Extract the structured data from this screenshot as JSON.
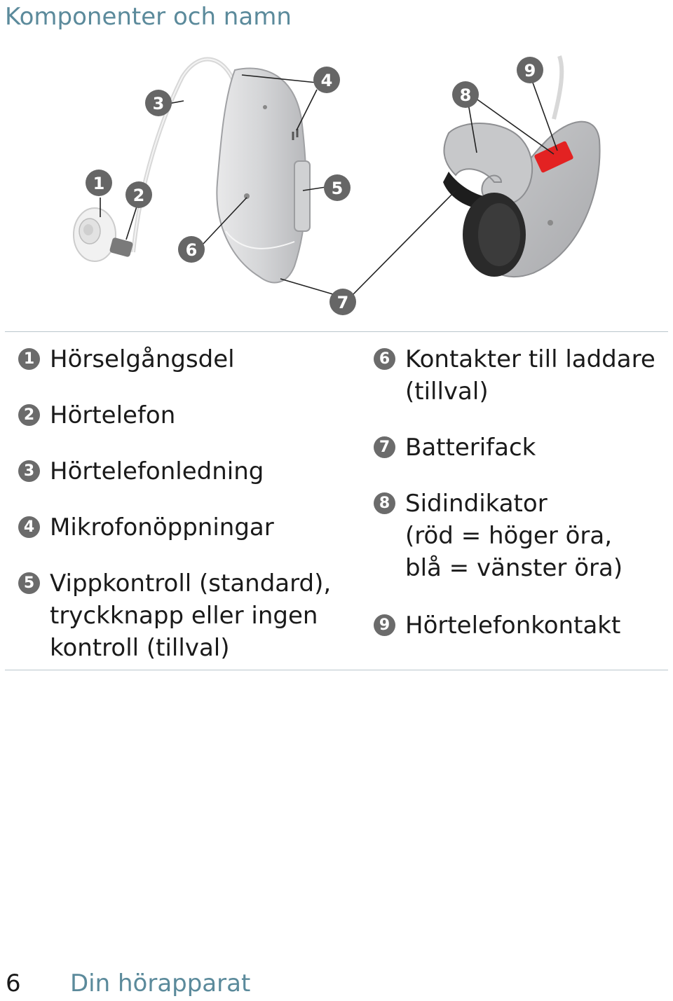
{
  "page": {
    "heading": "Komponenter och namn",
    "page_number": "6",
    "section_title": "Din hörapparat"
  },
  "figure": {
    "callouts": [
      "1",
      "2",
      "3",
      "4",
      "5",
      "6",
      "7",
      "8",
      "9"
    ],
    "side_indicator_color": "#e32222"
  },
  "legend": {
    "items": [
      {
        "num": "1",
        "lines": [
          "Hörselgångsdel"
        ]
      },
      {
        "num": "2",
        "lines": [
          "Hörtelefon"
        ]
      },
      {
        "num": "3",
        "lines": [
          "Hörtelefonledning"
        ]
      },
      {
        "num": "4",
        "lines": [
          "Mikrofonöppningar"
        ]
      },
      {
        "num": "5",
        "lines": [
          "Vippkontroll (standard),",
          "tryckknapp eller ingen",
          "kontroll (tillval)"
        ]
      },
      {
        "num": "6",
        "lines": [
          "Kontakter till laddare",
          "(tillval)"
        ]
      },
      {
        "num": "7",
        "lines": [
          "Batterifack"
        ]
      },
      {
        "num": "8",
        "lines": [
          "Sidindikator",
          "(röd = höger öra,",
          "blå = vänster öra)"
        ]
      },
      {
        "num": "9",
        "lines": [
          "Hörtelefonkontakt"
        ]
      }
    ]
  }
}
